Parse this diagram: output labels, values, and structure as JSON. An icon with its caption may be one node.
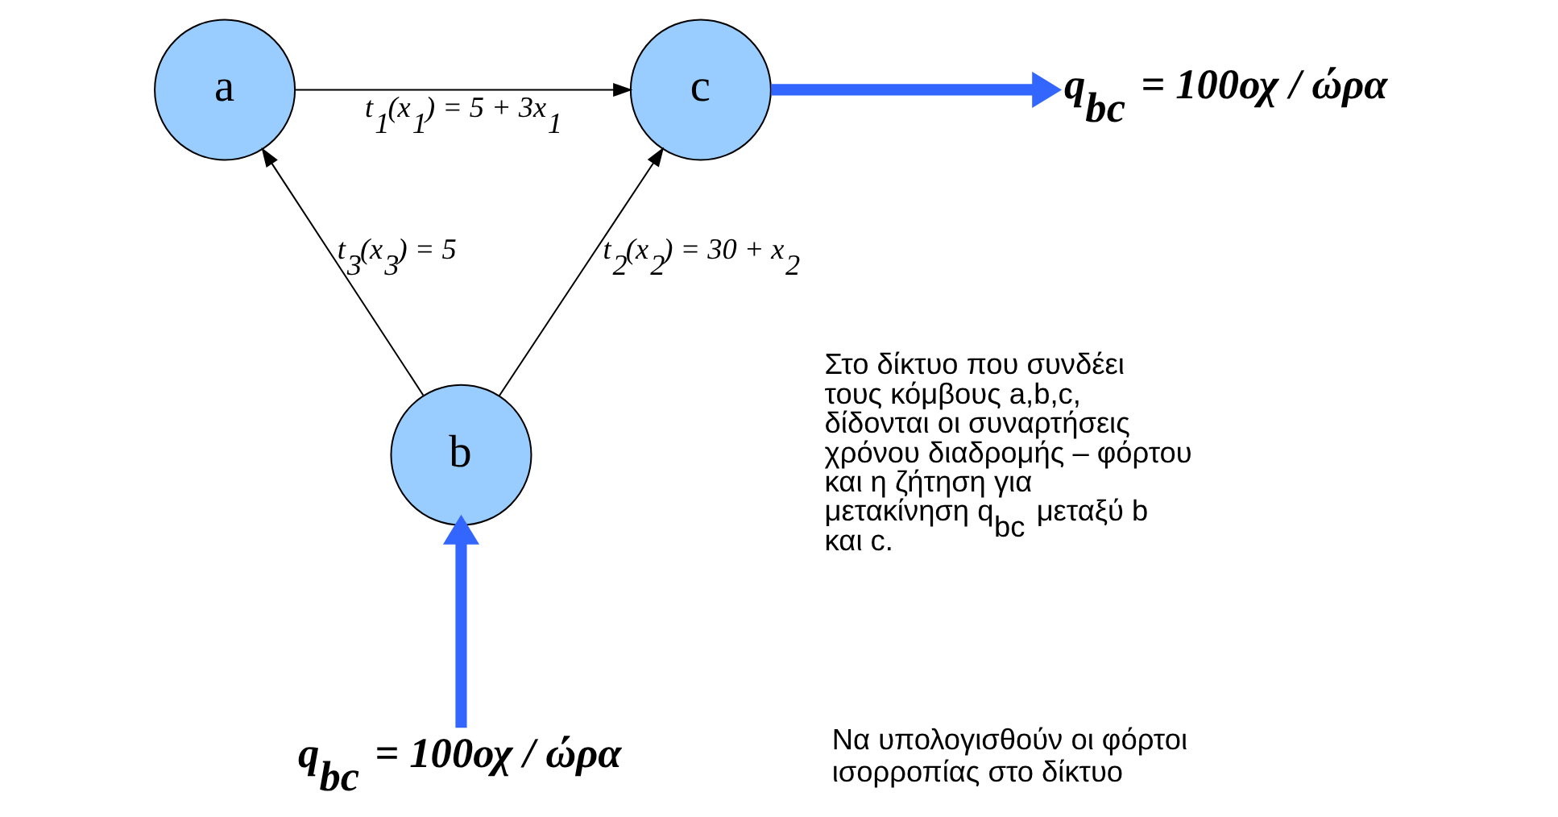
{
  "diagram": {
    "nodes": [
      {
        "text": [
          "a"
        ]
      },
      {
        "text": [
          "c"
        ]
      },
      {
        "text": [
          "q$_{bc}$ = 100οχ / ώρα"
        ]
      },
      {
        "text": [
          "b"
        ]
      },
      {
        "text": [
          "q$_{bc}$ = 100οχ / ώρα"
        ]
      }
    ],
    "edges": [
      {
        "from": 0,
        "to": 1,
        "arrow": "to",
        "label": "t$_{1}$(x$_{1}$) = 5 + 3x$_{1}$"
      },
      {
        "from": 1,
        "to": 2,
        "arrow": "to",
        "style": "thick",
        "color": "#3366ff"
      },
      {
        "from": 3,
        "to": 0,
        "arrow": "to",
        "label": "t$_{3}$(x$_{3}$) = 5"
      },
      {
        "from": 3,
        "to": 1,
        "arrow": "to",
        "label": "t$_{2}$(x$_{2}$) = 30 + x$_{2}$"
      },
      {
        "from": 4,
        "to": 3,
        "arrow": "to",
        "style": "thick",
        "color": "#3366ff"
      }
    ],
    "labels": [
      "Στο δίκτυο που συνδέει τους κόμβους a,b,c, δίδονται οι συναρτήσεις χρόνου διαδρομής – φόρτου και η ζήτηση για μετακίνηση q$_{bc}$ μεταξύ b και c.",
      "Να υπολογισθούν οι φόρτοι ισορροπίας στο δίκτυο"
    ]
  }
}
